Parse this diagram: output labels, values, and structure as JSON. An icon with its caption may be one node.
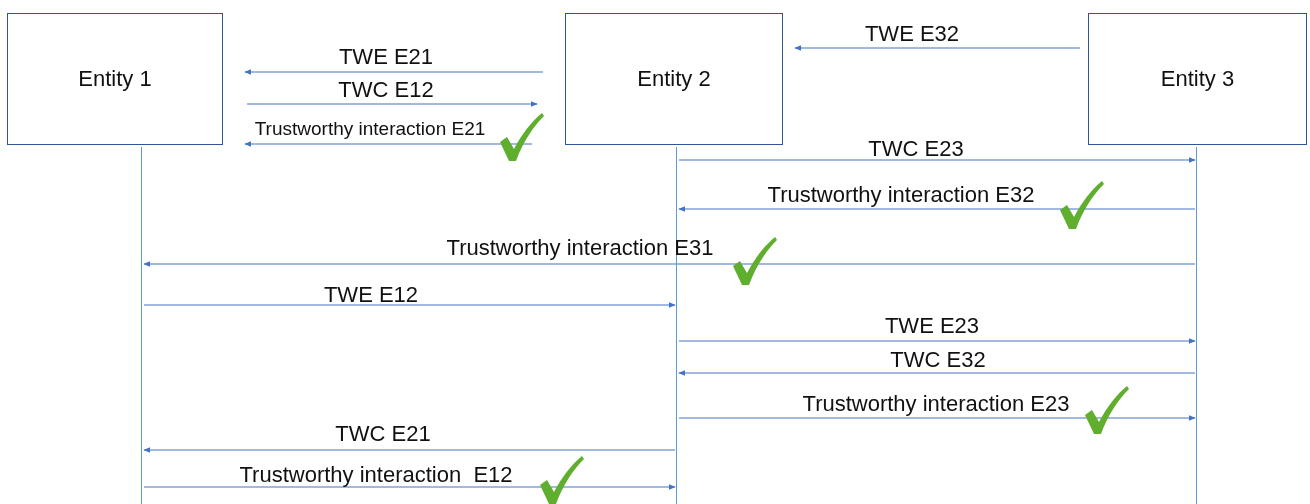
{
  "diagram": {
    "nodes": [
      {
        "text": [
          "Entity 1"
        ]
      },
      {
        "text": [
          "Entity 2"
        ]
      },
      {
        "text": [
          "Entity 3"
        ]
      },
      {
        "text": [],
        "shape": "bar"
      },
      {
        "text": [],
        "shape": "bar"
      },
      {
        "text": [],
        "shape": "bar"
      }
    ],
    "edges": [
      {
        "from": 2,
        "to": 1,
        "arrow": "to",
        "label": "TWE E32"
      },
      {
        "from": 1,
        "to": 0,
        "arrow": "to",
        "label": "TWE E21"
      },
      {
        "from": 0,
        "to": 1,
        "arrow": "to",
        "label": "TWC E12"
      },
      {
        "from": 1,
        "to": 0,
        "arrow": "to",
        "label": "Trustworthy interaction E21"
      },
      {
        "from": 4,
        "to": 5,
        "arrow": "to",
        "label": "TWC E23"
      },
      {
        "from": 5,
        "to": 4,
        "arrow": "to",
        "label": "Trustworthy interaction E32"
      },
      {
        "from": 5,
        "to": 3,
        "arrow": "to",
        "label": "Trustworthy interaction E31"
      },
      {
        "from": 3,
        "to": 4,
        "arrow": "to",
        "label": "TWE E12"
      },
      {
        "from": 4,
        "to": 5,
        "arrow": "to",
        "label": "TWE E23"
      },
      {
        "from": 5,
        "to": 4,
        "arrow": "to",
        "label": "TWC E32"
      },
      {
        "from": 4,
        "to": 5,
        "arrow": "to",
        "label": "Trustworthy interaction E23"
      },
      {
        "from": 4,
        "to": 3,
        "arrow": "to",
        "label": "TWC E21"
      },
      {
        "from": 3,
        "to": 4,
        "arrow": "to",
        "label": "Trustworthy interaction  E12"
      }
    ]
  }
}
